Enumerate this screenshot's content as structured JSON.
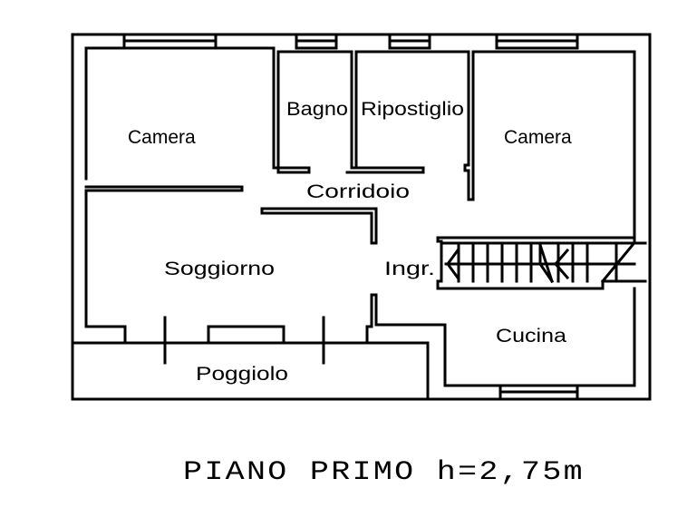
{
  "plan": {
    "rooms": {
      "camera_left": "Camera",
      "bagno": "Bagno",
      "ripostiglio": "Ripostiglio",
      "camera_right": "Camera",
      "corridoio": "Corridoio",
      "soggiorno": "Soggiorno",
      "ingresso": "Ingr.",
      "cucina": "Cucina",
      "poggiolo": "Poggiolo"
    },
    "title": "PIANO PRIMO h=2,75m"
  }
}
